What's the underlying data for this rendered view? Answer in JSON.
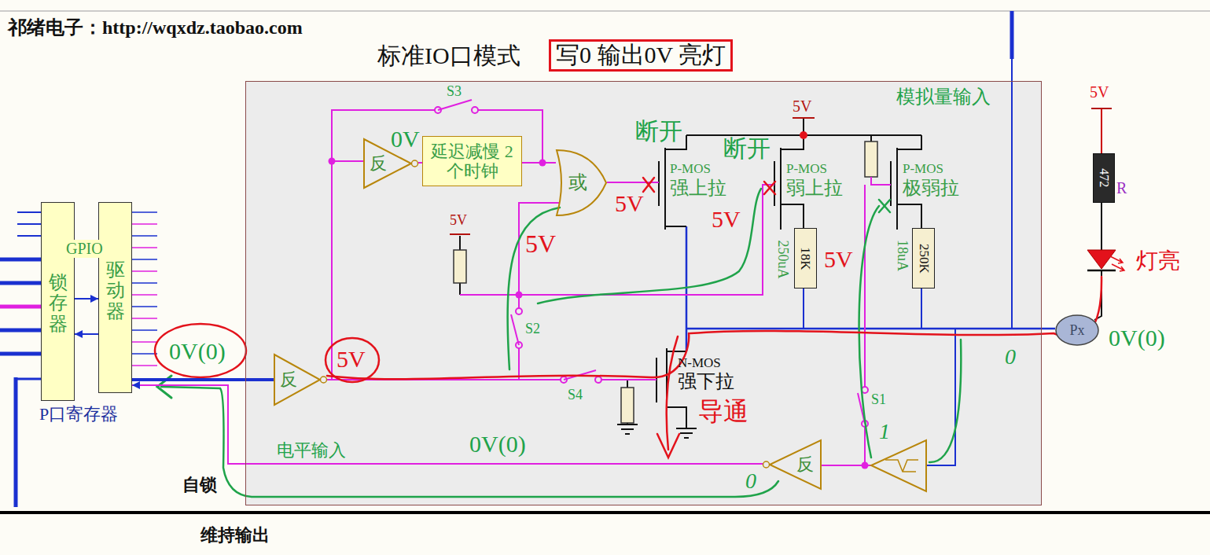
{
  "diagram": {
    "title": "标准IO口模式",
    "nodes": [
      {
        "text": [
          "锁存器"
        ]
      },
      {
        "text": [
          "驱动器"
        ]
      },
      {
        "text": [
          "模拟量输入"
        ]
      },
      {
        "text": [
          "反"
        ],
        "in": 2
      },
      {
        "text": [
          "延迟减慢 2个时钟"
        ],
        "in": 2
      },
      {
        "text": [
          "或"
        ],
        "in": 2
      },
      {
        "text": [
          "18K"
        ],
        "in": 2
      },
      {
        "text": [
          "250K"
        ],
        "in": 2
      },
      {
        "text": [
          "反"
        ],
        "in": 2
      },
      {
        "text": [
          "反"
        ],
        "in": 2
      },
      {
        "text": [
          "472"
        ]
      },
      {
        "text": [
          "Px"
        ]
      }
    ],
    "edges": [
      {
        "from": 0,
        "to": 1,
        "arrow": "to"
      },
      {
        "from": 1,
        "to": 0,
        "arrow": "to"
      },
      {
        "from": 3,
        "to": 4,
        "arrow": "none"
      },
      {
        "from": 4,
        "to": 5,
        "arrow": "none"
      },
      {
        "from": 1,
        "to": 8,
        "arrow": "none"
      },
      {
        "from": 9,
        "to": 1,
        "label": "电平输入",
        "arrow": "to"
      }
    ],
    "labels": [
      "祁绪电子：http://wqxdz.taobao.com",
      "写0 输出0V 亮灯",
      "S3",
      "0V",
      "断开",
      "5V",
      "断开",
      "P-MOS",
      "强上拉",
      "P-MOS",
      "弱上拉",
      "P-MOS",
      "极弱拉",
      "5V",
      "5V",
      "5V",
      "5V",
      "250uA",
      "18uA",
      "5V",
      "GPIO",
      "S2",
      "0V(0)",
      "5V",
      "N-MOS",
      "强下拉",
      "S4",
      "导通",
      "S1",
      "0",
      "1",
      "0V(0)",
      "P口寄存器",
      "0",
      "自锁",
      "维持输出",
      "5V",
      "R",
      "灯亮",
      "0V(0)"
    ]
  }
}
